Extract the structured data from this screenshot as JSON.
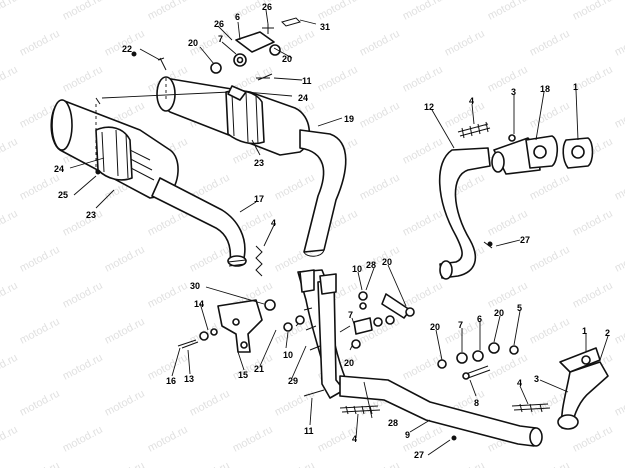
{
  "watermark": "motod.ru",
  "callouts": [
    {
      "id": "c1",
      "text": "1"
    },
    {
      "id": "c2",
      "text": "2"
    },
    {
      "id": "c3",
      "text": "3"
    },
    {
      "id": "c4",
      "text": "4"
    },
    {
      "id": "c5",
      "text": "5"
    },
    {
      "id": "c6",
      "text": "6"
    },
    {
      "id": "c7",
      "text": "7"
    },
    {
      "id": "c8",
      "text": "8"
    },
    {
      "id": "c9",
      "text": "9"
    },
    {
      "id": "c10",
      "text": "10"
    },
    {
      "id": "c11",
      "text": "11"
    },
    {
      "id": "c12",
      "text": "12"
    },
    {
      "id": "c13",
      "text": "13"
    },
    {
      "id": "c14",
      "text": "14"
    },
    {
      "id": "c15",
      "text": "15"
    },
    {
      "id": "c16",
      "text": "16"
    },
    {
      "id": "c17",
      "text": "17"
    },
    {
      "id": "c18",
      "text": "18"
    },
    {
      "id": "c19",
      "text": "19"
    },
    {
      "id": "c20",
      "text": "20"
    },
    {
      "id": "c21",
      "text": "21"
    },
    {
      "id": "c22",
      "text": "22"
    },
    {
      "id": "c23",
      "text": "23"
    },
    {
      "id": "c24",
      "text": "24"
    },
    {
      "id": "c25",
      "text": "25"
    },
    {
      "id": "c26",
      "text": "26"
    },
    {
      "id": "c27",
      "text": "27"
    },
    {
      "id": "c28",
      "text": "28"
    },
    {
      "id": "c29",
      "text": "29"
    },
    {
      "id": "c30",
      "text": "30"
    },
    {
      "id": "c31",
      "text": "31"
    }
  ]
}
